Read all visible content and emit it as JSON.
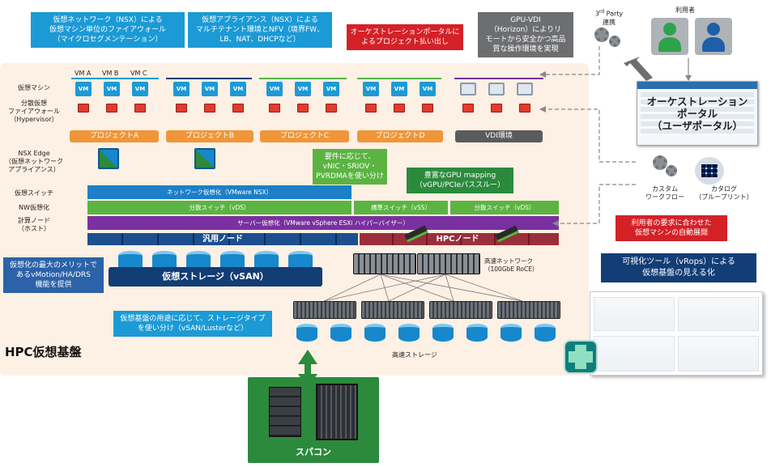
{
  "panel_title": "HPC仮想基盤",
  "callouts": {
    "nsx_fw": "仮想ネットワーク（NSX）による\n仮想マシン単位のファイアウォール\n（マイクロセグメンテーション）",
    "nsx_appliance": "仮想アプライアンス（NSX）による\nマルチテナント環境とNFV（境界FW、\nLB、NAT、DHCPなど）",
    "orchestration_billing": "オーケストレーションポータルに\nよるプロジェクト払い出し",
    "gpu_vdi": "GPU-VDI\n（Horizon）によりリ\nモートから安全かつ高品\n質な操作環境を実現",
    "vmotion": "仮想化の最大のメリットで\nあるvMotion/HA/DRS\n機能を提供",
    "storage_type": "仮想基盤の用途に応じて、ストレージタイプ\nを使い分け（vSAN/Lusterなど）",
    "vnic": "要件に応じて、\nvNIC・SRIOV・\nPVRDMAを使い分け",
    "gpu_mapping": "豊富なGPU mapping\n（vGPU/PCIeパススルー）",
    "auto_deploy": "利用者の要求に合わせた\n仮想マシンの自動展開",
    "vrops": "可視化ツール（vRops）による\n仮想基盤の見える化"
  },
  "row_labels": {
    "vm": "仮想マシン",
    "dfw": "分散仮想\nファイアウォール\n（Hypervisor）",
    "edge": "NSX Edge\n（仮想ネットワーク\nアプライアンス）",
    "vswitch": "仮想スイッチ",
    "nw": "NW仮想化",
    "compute": "計算ノード\n（ホスト）"
  },
  "vm_labels": [
    "VM A",
    "VM B",
    "VM C"
  ],
  "vm_text": "VM",
  "projects": [
    "プロジェクトA",
    "プロジェクトB",
    "プロジェクトC",
    "プロジェクトD",
    "VDI環境"
  ],
  "bars": {
    "nsx": "ネットワーク仮想化（VMware NSX）",
    "vds1": "分散スイッチ（vDS）",
    "vss": "標準スイッチ（vSS）",
    "vds2": "分散スイッチ（vDS）",
    "esxi": "サーバー仮想化（VMware vSphere ESXi ハイパーバイザー）",
    "general_node": "汎用ノード",
    "hpc_node": "HPCノード",
    "vsan": "仮想ストレージ（vSAN）"
  },
  "network_label": "高速ネットワーク\n（100GbE RoCE）",
  "fast_storage_label": "高速ストレージ",
  "supercomputer_label": "スパコン",
  "third_party": {
    "prefix": "3",
    "sup": "rd",
    "rest": " Party\n連携"
  },
  "users_label": "利用者",
  "portal_label": "オーケストレーション\nポータル\n（ユーザポータル）",
  "custom_workflow": "カスタム\nワークフロー",
  "catalog": "カタログ\n（ブループリント）",
  "colors": {
    "blue_callout": "#1c9ad6",
    "red_callout": "#d42128",
    "grey_callout": "#6d6e70",
    "navy": "#123d75",
    "orange": "#f0963a",
    "green": "#5bb442",
    "purple": "#7a30a0",
    "dark_green": "#2c8a3c"
  }
}
